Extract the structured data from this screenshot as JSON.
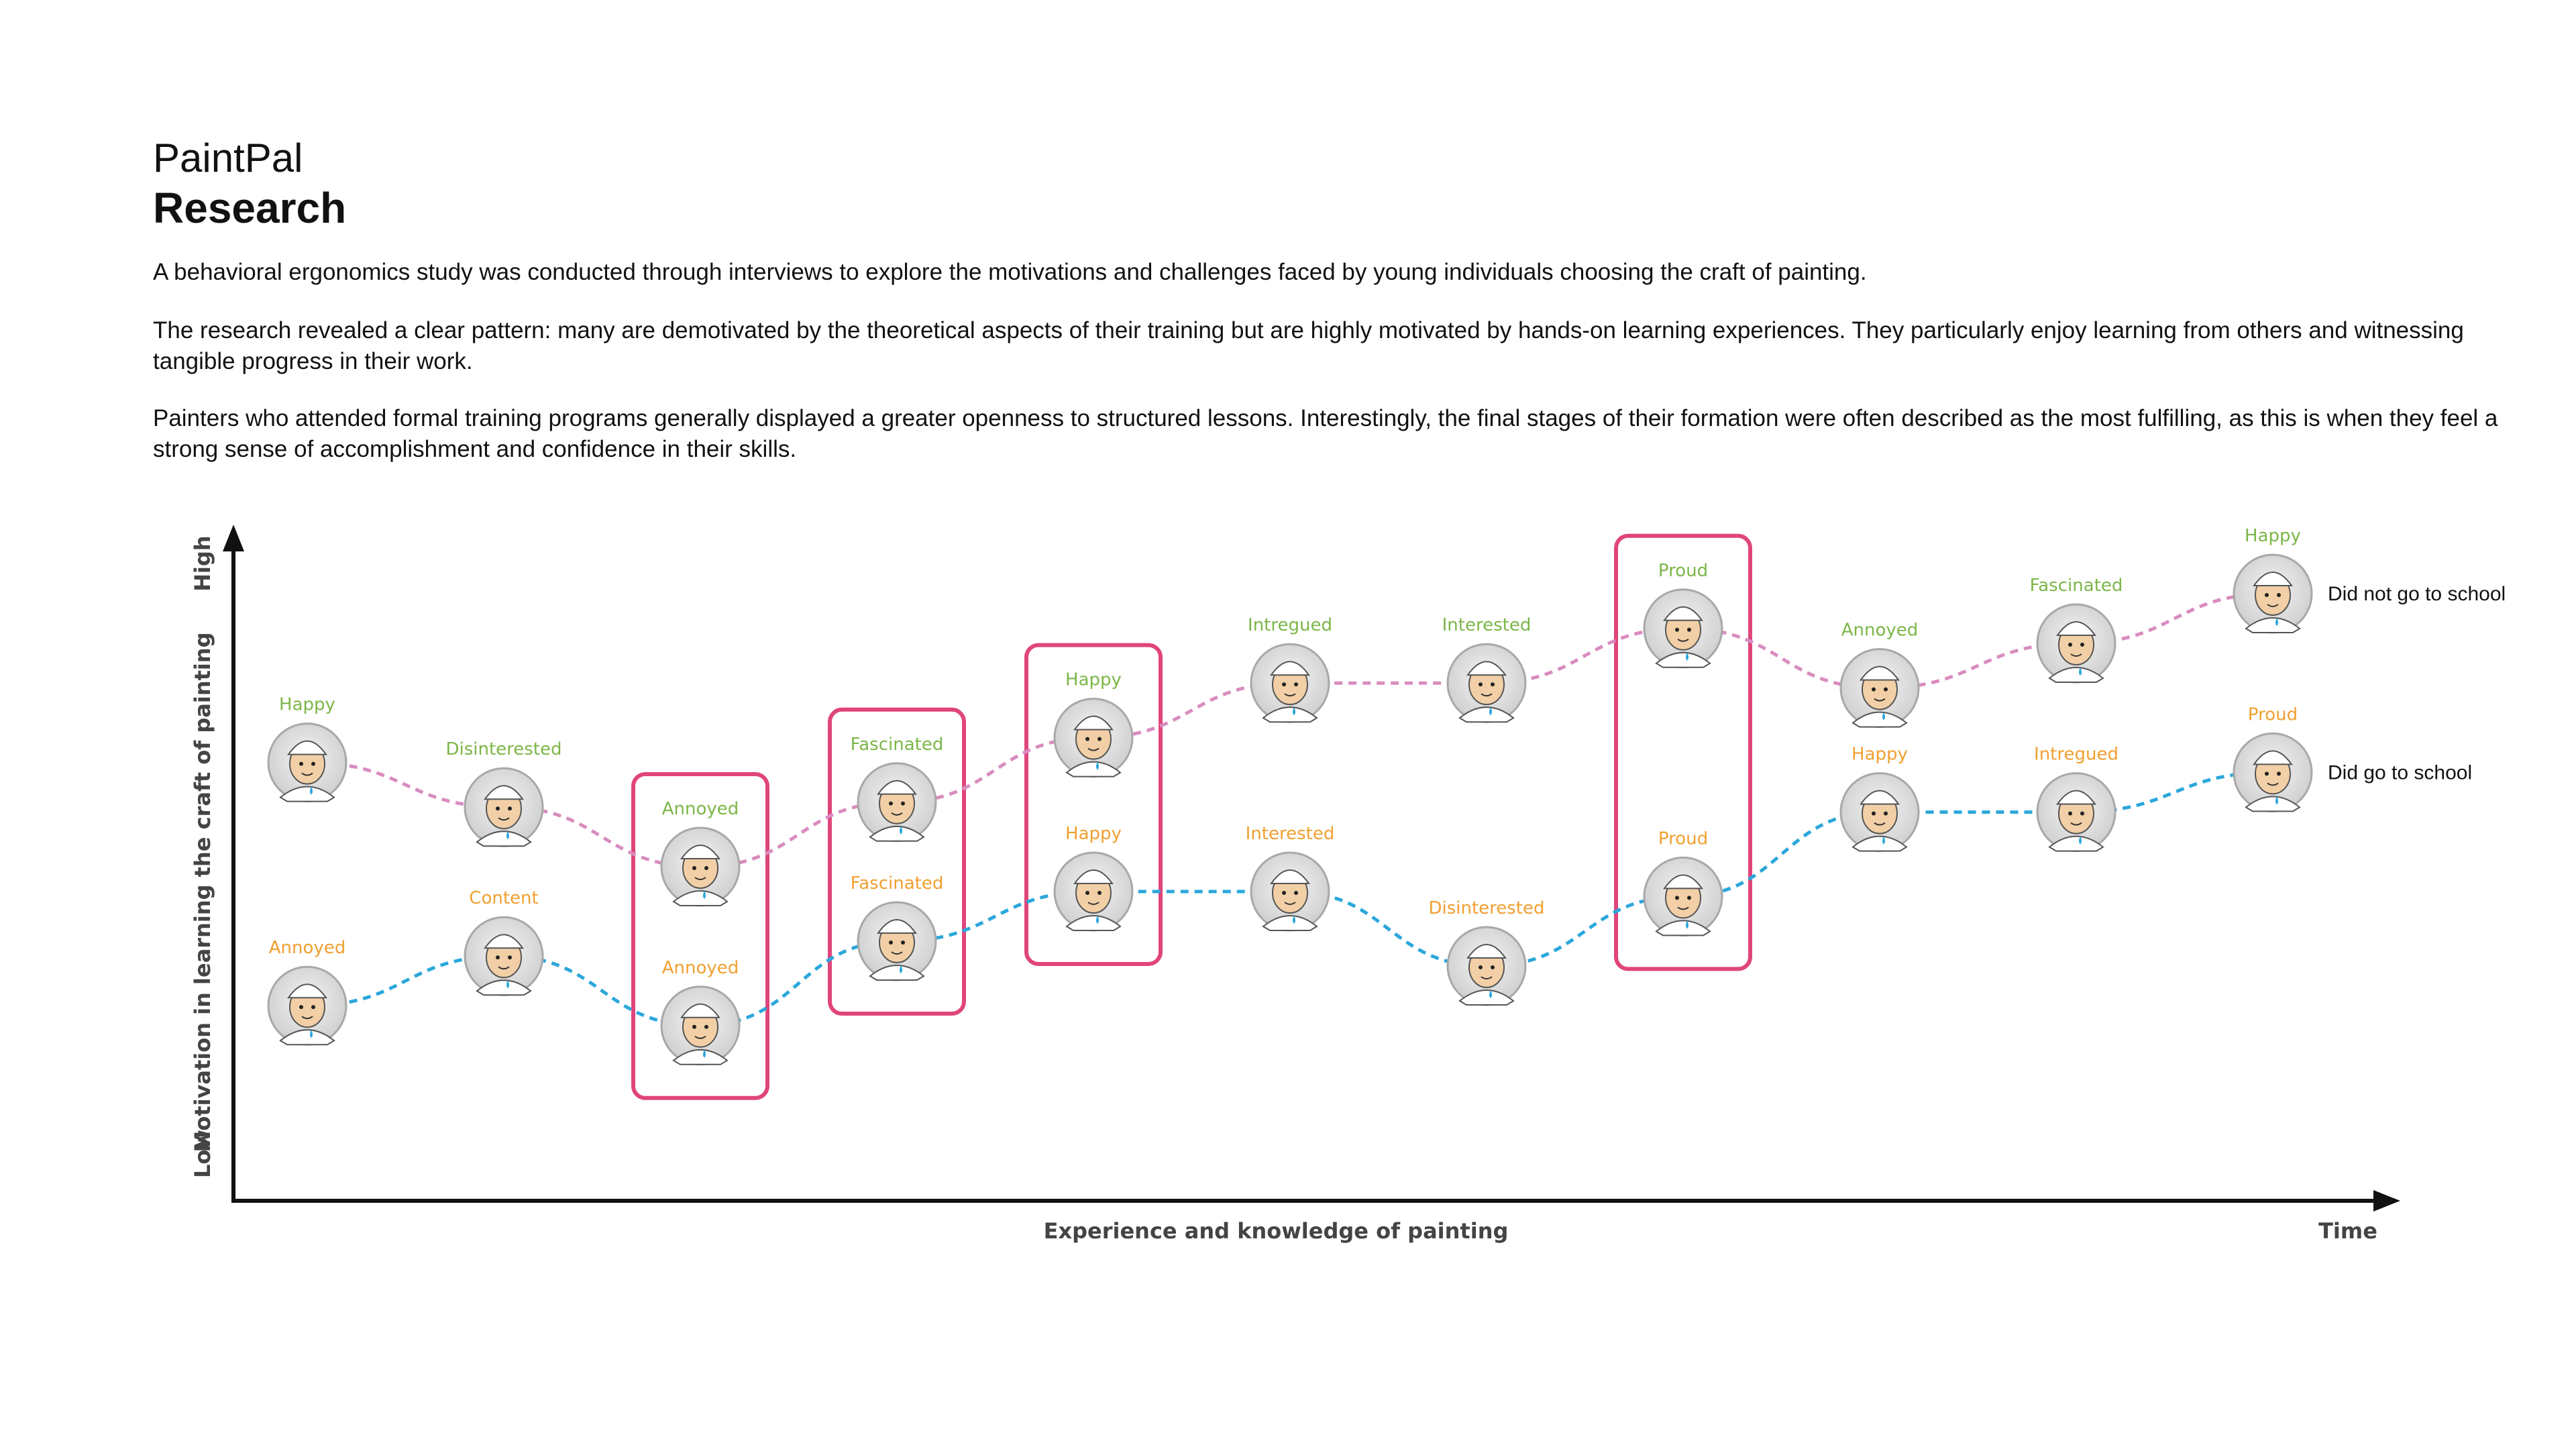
{
  "header": {
    "app_name": "PaintPal",
    "title": "Research"
  },
  "paragraphs": [
    "A behavioral ergonomics study was conducted through interviews to explore the motivations and challenges faced by young individuals choosing the craft of painting.",
    "The research revealed a clear pattern: many are demotivated by the theoretical aspects of their training but are highly motivated by hands-on learning experiences. They particularly enjoy learning from others and witnessing tangible progress in their work.",
    "Painters who attended formal training programs generally displayed a greater openness to structured lessons. Interestingly, the final stages of their formation were often described as the most fulfilling, as this is when they feel a strong sense of accomplishment and confidence in their skills."
  ],
  "diagram": {
    "y_axis_label": "Motivation in learning the craft of painting",
    "y_axis_high": "High",
    "y_axis_low": "Low",
    "x_axis_label": "Experience and knowledge of painting",
    "x_axis_end": "Time",
    "colors": {
      "no_school_line": "#d98cbf",
      "no_school_label": "#7cb648",
      "school_line": "#2ba7db",
      "school_label": "#f0a030",
      "highlight_box": "#e0457b",
      "axis": "#111111"
    },
    "series": [
      {
        "name": "Did not go to school",
        "emotions": [
          "Happy",
          "Disinterested",
          "Annoyed",
          "Fascinated",
          "Happy",
          "Intregued",
          "Interested",
          "Proud",
          "Annoyed",
          "Fascinated",
          "Happy"
        ],
        "motivation": [
          0.66,
          0.57,
          0.45,
          0.58,
          0.71,
          0.82,
          0.82,
          0.93,
          0.81,
          0.9,
          1.0
        ]
      },
      {
        "name": "Did go to school",
        "emotions": [
          "Annoyed",
          "Content",
          "Annoyed",
          "Fascinated",
          "Happy",
          "Interested",
          "Disinterested",
          "Proud",
          "Happy",
          "Intregued",
          "Proud"
        ],
        "motivation": [
          0.17,
          0.27,
          0.13,
          0.3,
          0.4,
          0.4,
          0.25,
          0.39,
          0.56,
          0.56,
          0.64
        ]
      }
    ],
    "highlighted_stages": [
      2,
      3,
      4,
      7
    ]
  }
}
